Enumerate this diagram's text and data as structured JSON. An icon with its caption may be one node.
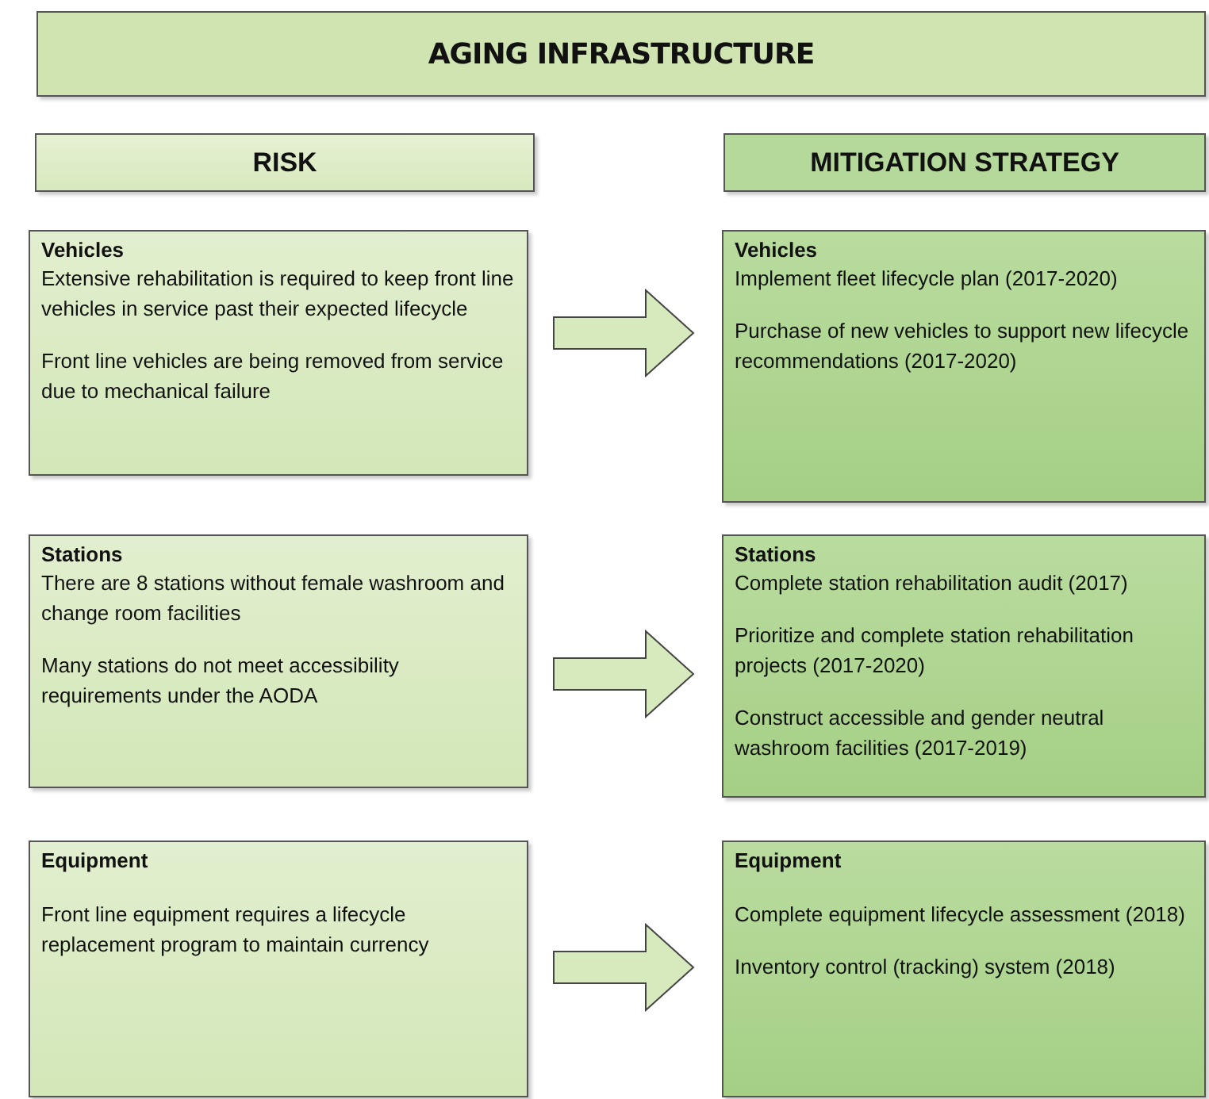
{
  "diagram": {
    "nodes": [
      {
        "text": [
          "AGING INFRASTRUCTURE"
        ]
      },
      {
        "text": [
          "RISK"
        ]
      },
      {
        "text": [
          "MITIGATION STRATEGY"
        ]
      },
      {
        "text": [
          "Vehicles",
          "Extensive rehabilitation is required to keep front line vehicles in service past their expected lifecycle",
          "Front line vehicles are being removed from service due to mechanical failure"
        ]
      },
      {
        "text": [
          "Vehicles",
          "Implement fleet lifecycle plan (2017-2020)",
          "Purchase of new vehicles to support new lifecycle recommendations (2017-2020)"
        ]
      },
      {
        "text": [
          "Stations",
          "There are 8 stations without female washroom and change room facilities",
          "Many stations do not meet accessibility requirements under the AODA"
        ]
      },
      {
        "text": [
          "Stations",
          "Complete station rehabilitation audit (2017)",
          "Prioritize and complete station rehabilitation projects (2017-2020)",
          "Construct accessible and gender neutral washroom facilities (2017-2019)"
        ]
      },
      {
        "text": [
          "Equipment",
          "Front line equipment requires a lifecycle replacement program to maintain currency"
        ]
      },
      {
        "text": [
          "Equipment",
          "Complete equipment lifecycle assessment (2018)",
          "Inventory control (tracking) system (2018)"
        ]
      }
    ],
    "edges": [
      {
        "from": 3,
        "to": 4,
        "arrow": "to"
      },
      {
        "from": 5,
        "to": 6,
        "arrow": "to"
      },
      {
        "from": 7,
        "to": 8,
        "arrow": "to"
      }
    ]
  }
}
